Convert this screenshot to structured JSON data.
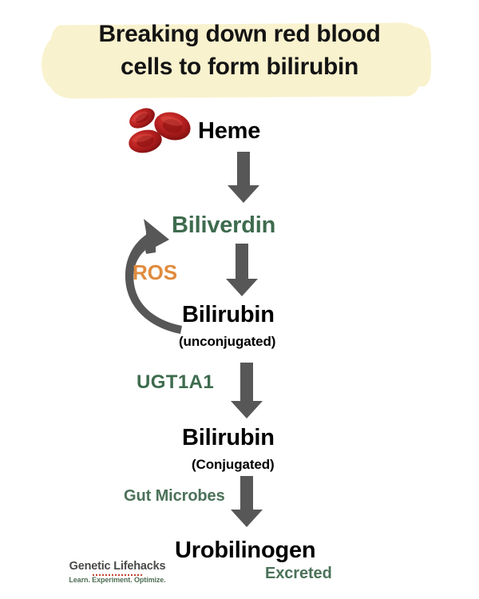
{
  "title": {
    "line1": "Breaking down red blood",
    "line2": "cells to form bilirubin",
    "highlight_color": "#f9f2ce"
  },
  "colors": {
    "green": "#3e6b4e",
    "orange": "#e08b3e",
    "arrow_gray": "#575757",
    "black": "#000000",
    "rbc_red": "#b01b1b",
    "logo_gray": "#4a4a48",
    "logo_green": "#4f6f54",
    "logo_accent": "#c0432a"
  },
  "diagram": {
    "type": "flowchart",
    "nodes": [
      {
        "id": "heme",
        "label": "Heme",
        "sublabel": "",
        "color": "#000000",
        "role": "substance"
      },
      {
        "id": "biliverdin",
        "label": "Biliverdin",
        "sublabel": "",
        "color": "#3e6b4e",
        "role": "substance"
      },
      {
        "id": "bilirubin_unconjugated",
        "label": "Bilirubin",
        "sublabel": "(unconjugated)",
        "color": "#000000",
        "role": "substance"
      },
      {
        "id": "bilirubin_conjugated",
        "label": "Bilirubin",
        "sublabel": "(Conjugated)",
        "color": "#000000",
        "role": "substance"
      },
      {
        "id": "urobilinogen",
        "label": "Urobilinogen",
        "sublabel": "",
        "color": "#000000",
        "role": "substance"
      }
    ],
    "edge_labels": [
      {
        "id": "ros",
        "label": "ROS",
        "color": "#e08b3e",
        "note": "reverse reaction back to biliverdin"
      },
      {
        "id": "ugt1a1",
        "label": "UGT1A1",
        "color": "#3e6b4e",
        "note": "enzyme conjugating bilirubin"
      },
      {
        "id": "gut_microbes",
        "label": "Gut Microbes",
        "color": "#4b7259",
        "note": "converts conjugated bilirubin"
      },
      {
        "id": "excreted",
        "label": "Excreted",
        "color": "#4b7259",
        "note": "final fate of urobilinogen"
      }
    ],
    "arrows": [
      {
        "from": "heme",
        "to": "biliverdin",
        "style": "straight-down"
      },
      {
        "from": "biliverdin",
        "to": "bilirubin_unconjugated",
        "style": "straight-down"
      },
      {
        "from": "bilirubin_unconjugated",
        "to": "biliverdin",
        "style": "curved-up-left",
        "label": "ROS"
      },
      {
        "from": "bilirubin_unconjugated",
        "to": "bilirubin_conjugated",
        "style": "straight-down",
        "label": "UGT1A1"
      },
      {
        "from": "bilirubin_conjugated",
        "to": "urobilinogen",
        "style": "straight-down",
        "label": "Gut Microbes"
      }
    ],
    "icons": [
      {
        "id": "red-blood-cells",
        "count": 3,
        "color": "#b01b1b"
      }
    ]
  },
  "logo": {
    "name": "Genetic Lifehacks",
    "tagline": "Learn. Experiment. Optimize."
  }
}
